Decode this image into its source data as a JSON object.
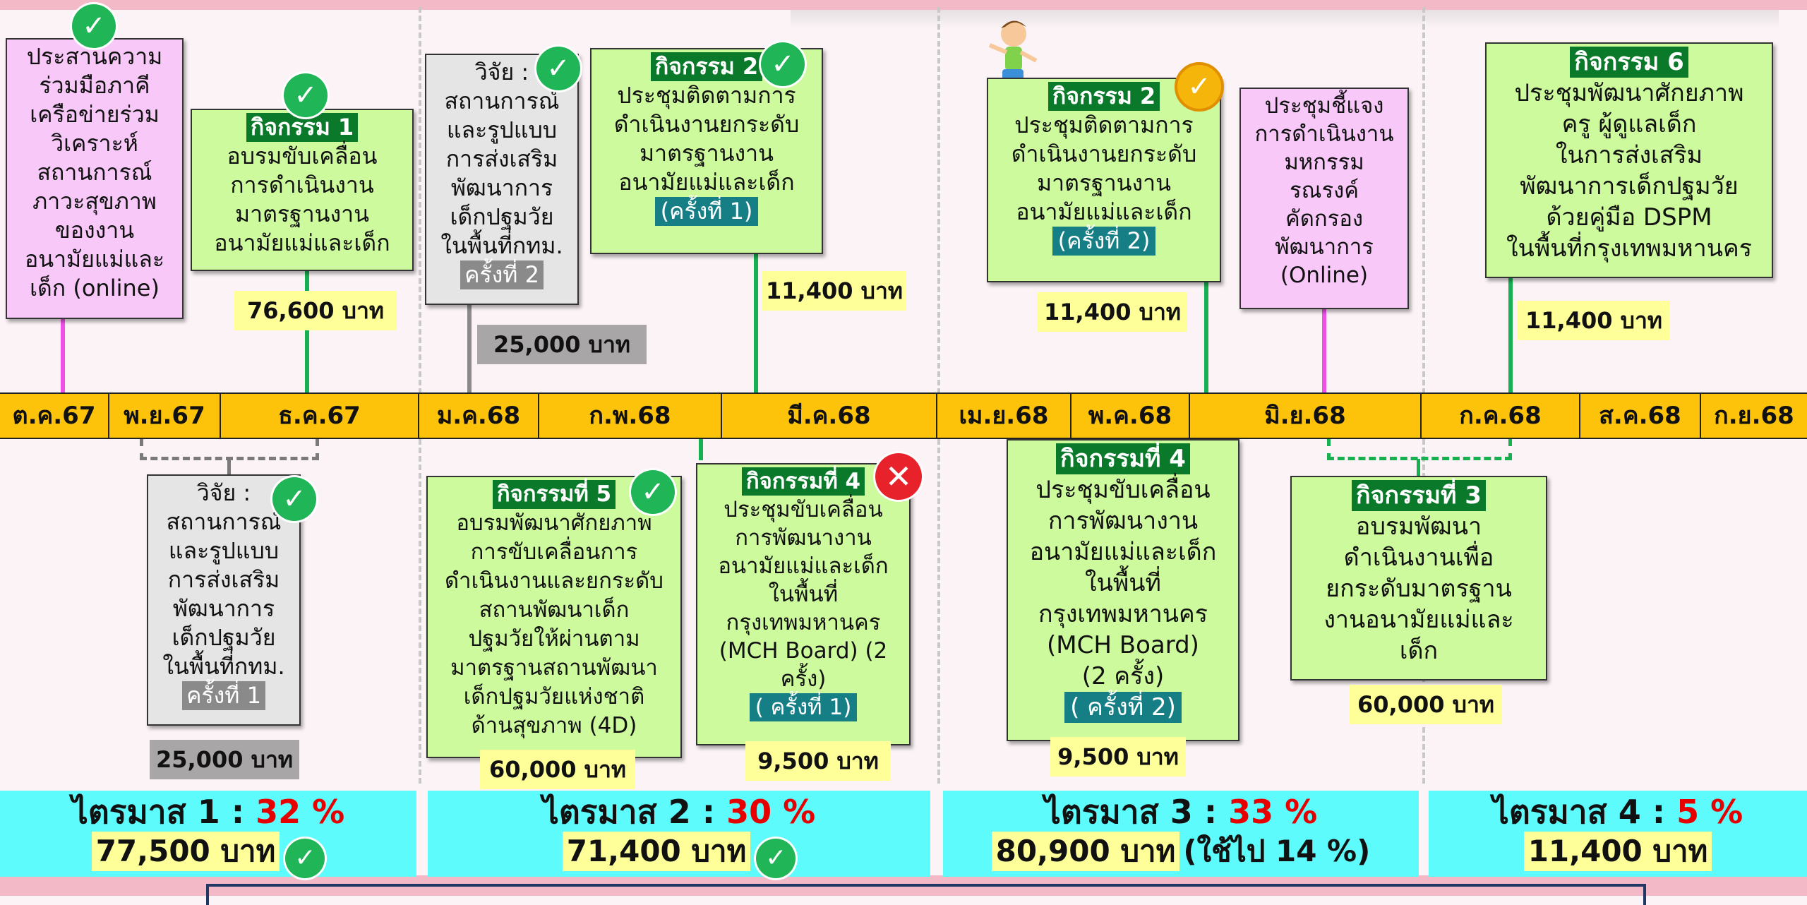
{
  "months": [
    "ต.ค.67",
    "พ.ย.67",
    "ธ.ค.67",
    "ม.ค.68",
    "ก.พ.68",
    "มี.ค.68",
    "เม.ย.68",
    "พ.ค.68",
    "มิ.ย.68",
    "ก.ค.68",
    "ส.ค.68",
    "ก.ย.68"
  ],
  "top": {
    "a": {
      "lines": [
        "ประสานความ",
        "ร่วมมือภาคี",
        "เครือข่ายร่วม",
        "วิเคราะห์",
        "สถานการณ์",
        "ภาวะสุขภาพ",
        "ของงาน",
        "อนามัยแม่และ",
        "เด็ก (online)"
      ]
    },
    "b": {
      "tag": "กิจกรรม 1",
      "lines": [
        "อบรมขับเคลื่อน",
        "การดำเนินงาน",
        "มาตรฐานงาน",
        "อนามัยแม่และเด็ก"
      ],
      "amount": "76,600 บาท"
    },
    "c": {
      "title": "วิจัย :",
      "lines": [
        "สถานการณ์",
        "และรูปแบบ",
        "การส่งเสริม",
        "พัฒนาการ",
        "เด็กปฐมวัย",
        "ในพื้นที่กทม."
      ],
      "tag": "ครั้งที่ 2",
      "amount": "25,000 บาท"
    },
    "d": {
      "tag": "กิจกรรม 2",
      "lines": [
        "ประชุมติดตามการ",
        "ดำเนินงานยกระดับ",
        "มาตรฐานงาน",
        "อนามัยแม่และเด็ก"
      ],
      "round": "(ครั้งที่ 1)",
      "amount": "11,400 บาท"
    },
    "e": {
      "tag": "กิจกรรม 2",
      "lines": [
        "ประชุมติดตามการ",
        "ดำเนินงานยกระดับ",
        "มาตรฐานงาน",
        "อนามัยแม่และเด็ก"
      ],
      "round": "(ครั้งที่ 2)",
      "amount": "11,400 บาท"
    },
    "f": {
      "lines": [
        "ประชุมชี้แจง",
        "การดำเนินงาน",
        "มหกรรม",
        "รณรงค์",
        "คัดกรอง",
        "พัฒนาการ",
        "(Online)"
      ]
    },
    "g": {
      "tag": "กิจกรรม 6",
      "lines": [
        "ประชุมพัฒนาศักยภาพ",
        "ครู ผู้ดูแลเด็ก",
        "ในการส่งเสริม",
        "พัฒนาการเด็กปฐมวัย",
        "ด้วยคู่มือ DSPM",
        "ในพื้นที่กรุงเทพมหานคร"
      ],
      "amount": "11,400 บาท"
    }
  },
  "bottom": {
    "h": {
      "title": "วิจัย :",
      "lines": [
        "สถานการณ์",
        "และรูปแบบ",
        "การส่งเสริม",
        "พัฒนาการ",
        "เด็กปฐมวัย",
        "ในพื้นที่กทม."
      ],
      "tag": "ครั้งที่ 1",
      "amount": "25,000 บาท"
    },
    "i": {
      "tag": "กิจกรรมที่ 5",
      "lines": [
        "อบรมพัฒนาศักยภาพ",
        "การขับเคลื่อนการ",
        "ดำเนินงานและยกระดับ",
        "สถานพัฒนาเด็ก",
        "ปฐมวัยให้ผ่านตาม",
        "มาตรฐานสถานพัฒนา",
        "เด็กปฐมวัยแห่งชาติ",
        "ด้านสุขภาพ (4D)"
      ],
      "amount": "60,000 บาท"
    },
    "j": {
      "tag": "กิจกรรมที่ 4",
      "lines": [
        "ประชุมขับเคลื่อน",
        "การพัฒนางาน",
        "อนามัยแม่และเด็ก",
        "ในพื้นที่",
        "กรุงเทพมหานคร",
        "(MCH Board) (2",
        "ครั้ง)"
      ],
      "round": "( ครั้งที่ 1)",
      "amount": "9,500 บาท"
    },
    "k": {
      "tag": "กิจกรรมที่ 4",
      "lines": [
        "ประชุมขับเคลื่อน",
        "การพัฒนางาน",
        "อนามัยแม่และเด็ก",
        "ในพื้นที่",
        "กรุงเทพมหานคร",
        "(MCH Board)",
        "(2 ครั้ง)"
      ],
      "round": "( ครั้งที่ 2)",
      "amount": "9,500 บาท"
    },
    "l": {
      "tag": "กิจกรรมที่ 3",
      "lines": [
        "อบรมพัฒนา",
        "ดำเนินงานเพื่อ",
        "ยกระดับมาตรฐาน",
        "งานอนามัยแม่และ",
        "เด็ก"
      ],
      "amount": "60,000 บาท"
    }
  },
  "quarters": [
    {
      "label": "ไตรมาส 1 :",
      "pct": "32 %",
      "amount": "77,500 บาท",
      "extra": ""
    },
    {
      "label": "ไตรมาส 2 :",
      "pct": "30 %",
      "amount": "71,400 บาท",
      "extra": ""
    },
    {
      "label": "ไตรมาส 3 :",
      "pct": "33 %",
      "amount": "80,900 บาท",
      "extra": "(ใช้ไป 14 %)"
    },
    {
      "label": "ไตรมาส 4 :",
      "pct": "5 %",
      "amount": "11,400 บาท",
      "extra": ""
    }
  ],
  "icons": {
    "check": "check-circle-icon",
    "cross": "cross-circle-icon",
    "badge": "gold-check-badge-icon",
    "runner": "running-boy-icon"
  },
  "colors": {
    "axis": "#fcc30a",
    "green_box": "#ccfa9c",
    "pink_box": "#f7c8f8",
    "quarter": "#5dfbfb",
    "amount": "#ffff99",
    "percent": "#e60000"
  }
}
